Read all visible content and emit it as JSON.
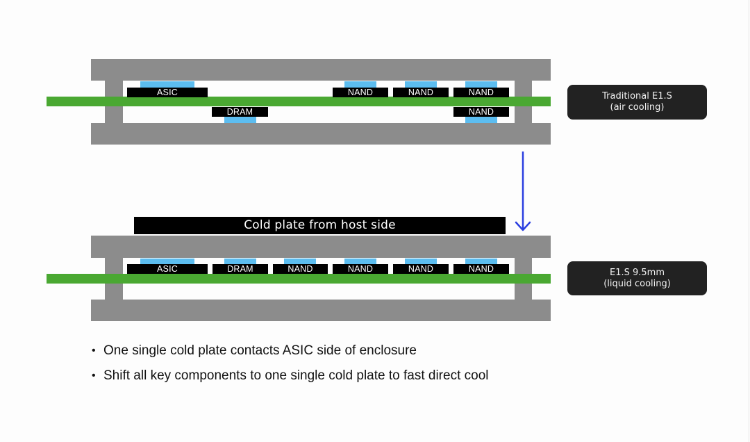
{
  "diagrams": [
    {
      "id": "traditional",
      "label_line1": "Traditional E1.S",
      "label_line2": "(air cooling)",
      "components_top": [
        {
          "name": "ASIC"
        },
        {
          "name": "NAND"
        },
        {
          "name": "NAND"
        },
        {
          "name": "NAND"
        }
      ],
      "components_bottom": [
        {
          "name": "DRAM"
        },
        {
          "name": "NAND"
        }
      ]
    },
    {
      "id": "liquid",
      "label_line1": "E1.S 9.5mm",
      "label_line2": "(liquid cooling)",
      "cold_plate_label": "Cold plate from host side",
      "components_top": [
        {
          "name": "ASIC"
        },
        {
          "name": "DRAM"
        },
        {
          "name": "NAND"
        },
        {
          "name": "NAND"
        },
        {
          "name": "NAND"
        },
        {
          "name": "NAND"
        }
      ]
    }
  ],
  "arrow": {
    "direction": "down",
    "color": "#2b3fe0"
  },
  "colors": {
    "enclosure": "#8c8c8c",
    "pcb": "#4aa832",
    "thermal_pad": "#5cbdf0",
    "chip": "#000000",
    "label_box": "#222222"
  },
  "bullets": [
    "One single cold plate contacts ASIC side of enclosure",
    "Shift all key components to one single cold plate to fast direct cool"
  ],
  "bullet_symbol": "•"
}
